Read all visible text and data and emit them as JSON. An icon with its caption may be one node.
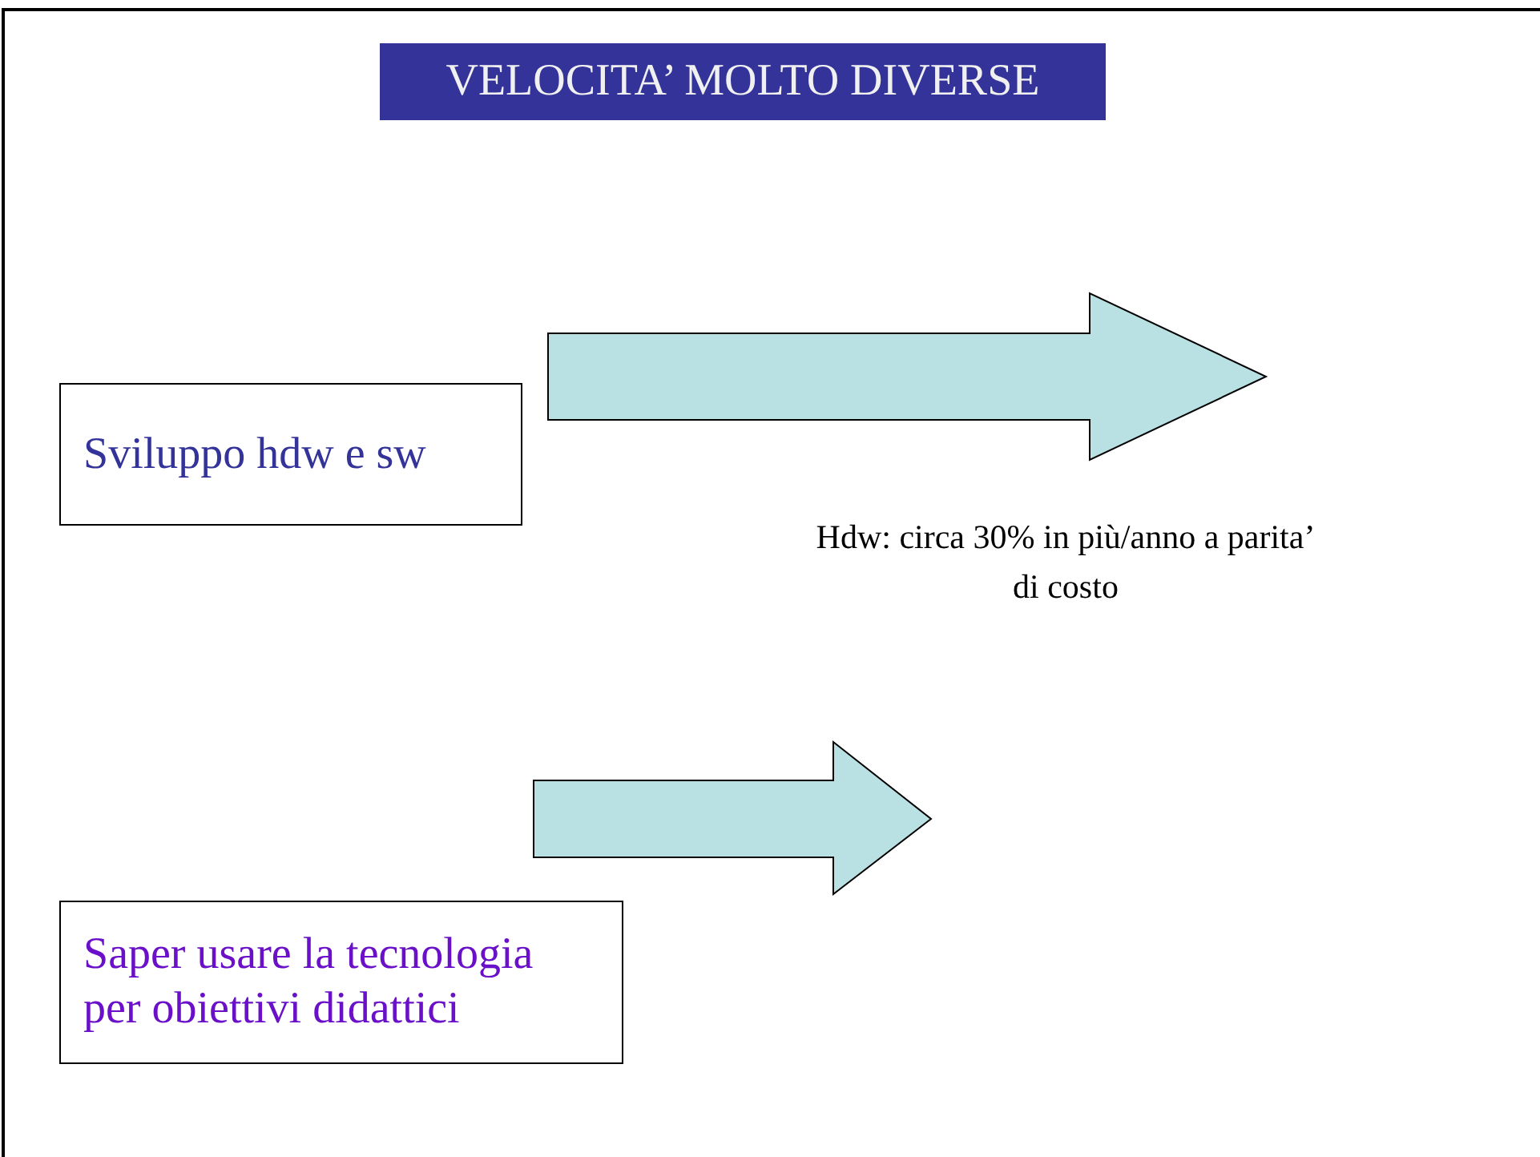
{
  "diagram": {
    "title": "VELOCITA’ MOLTO DIVERSE",
    "nodes": [
      {
        "text": [
          "Sviluppo hdw e sw"
        ]
      },
      {
        "text": [
          "Saper usare la tecnologia per obiettivi didattici"
        ]
      }
    ],
    "labels": [
      "Hdw: circa 30% in più/anno a parita’ di costo"
    ]
  }
}
